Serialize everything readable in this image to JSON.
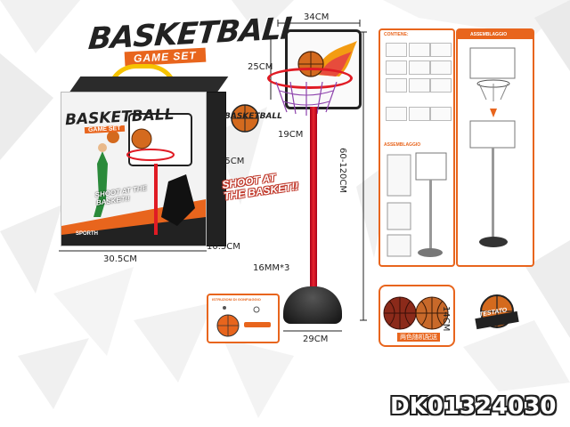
{
  "brand": {
    "title": "BASKETBALL",
    "subtitle": "GAME SET"
  },
  "box": {
    "title": "BASKETBALL",
    "subtitle": "GAME SET",
    "slogan": "SHOOT AT THE BASKET!!",
    "brand_tag": "SPORTH"
  },
  "dimensions": {
    "box_width": "30.5CM",
    "box_height": "35CM",
    "box_depth": "10.5CM",
    "board_width": "34CM",
    "board_height": "25CM",
    "rim_diameter": "19CM",
    "pole_size": "16MM*3",
    "height_range": "60-120CM",
    "base_width": "29CM",
    "ball_size": "14CM"
  },
  "stickers": {
    "logo_text": "BASKETBALL",
    "shoot_line1": "SHOOT AT",
    "shoot_line2": "THE BASKET!!",
    "testato": "TESTATO"
  },
  "panels": {
    "contents_heading": "CONTIENE:",
    "assembly_heading": "ASSEMBLAGGIO",
    "assembly_right_heading": "ASSEMBLAGGIO",
    "small_heading": "ISTRUZIONI DI GONFIAGGIO"
  },
  "balls_caption": "两色随机配送",
  "product_code": "DK01324030",
  "colors": {
    "accent": "#e8651d",
    "pole": "#e01b24",
    "dark": "#222222"
  }
}
